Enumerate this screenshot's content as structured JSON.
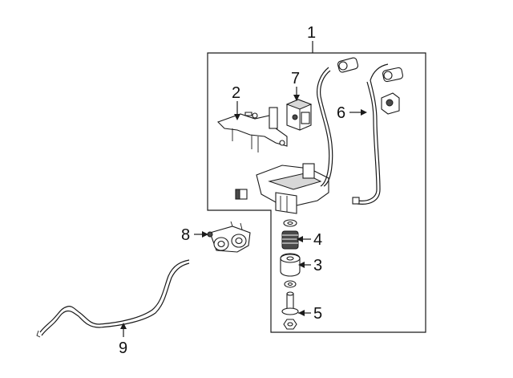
{
  "callouts": {
    "c1": "1",
    "c2": "2",
    "c3": "3",
    "c4": "4",
    "c5": "5",
    "c6": "6",
    "c7": "7",
    "c8": "8",
    "c9": "9"
  },
  "colors": {
    "line": "#1a1a1a",
    "background": "#ffffff",
    "shade": "#d8d8d8"
  }
}
